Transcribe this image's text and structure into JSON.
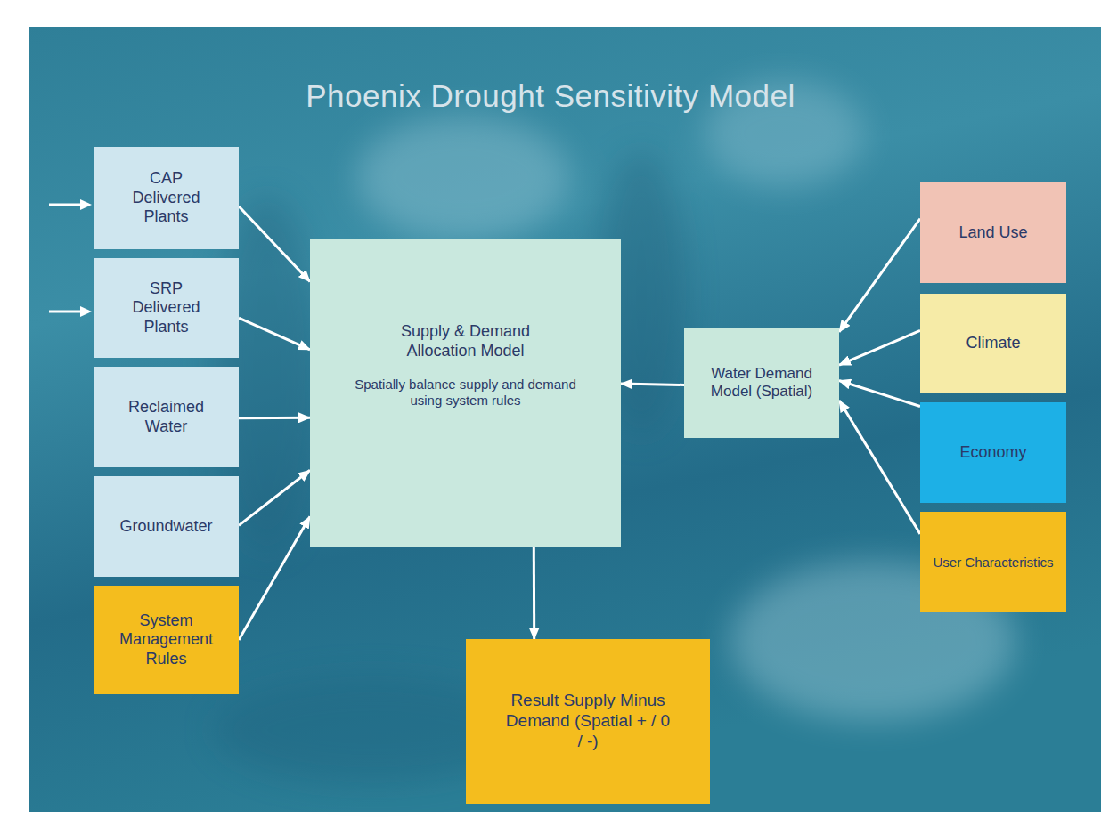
{
  "diagram": {
    "title": "Phoenix Drought Sensitivity Model",
    "nodes": [
      {
        "text": [
          "CAP Delivered Plants"
        ]
      },
      {
        "text": [
          "SRP Delivered Plants"
        ]
      },
      {
        "text": [
          "Reclaimed Water"
        ]
      },
      {
        "text": [
          "Groundwater"
        ]
      },
      {
        "text": [
          "System Management Rules"
        ]
      },
      {
        "text": [
          "Supply & Demand Allocation Model",
          "Spatially balance supply and demand using system rules"
        ]
      },
      {
        "text": [
          "Water Demand Model (Spatial)"
        ]
      },
      {
        "text": [
          "Land Use"
        ]
      },
      {
        "text": [
          "Climate"
        ]
      },
      {
        "text": [
          "Economy"
        ]
      },
      {
        "text": [
          "User Characteristics"
        ]
      },
      {
        "text": [
          "Result Supply Minus Demand (Spatial + / 0 / -)"
        ]
      }
    ],
    "edges": [
      {
        "from": 0,
        "to": 5,
        "arrow": "to"
      },
      {
        "from": 1,
        "to": 5,
        "arrow": "to"
      },
      {
        "from": 2,
        "to": 5,
        "arrow": "to"
      },
      {
        "from": 3,
        "to": 5,
        "arrow": "to"
      },
      {
        "from": 4,
        "to": 5,
        "arrow": "to"
      },
      {
        "from": 7,
        "to": 6,
        "arrow": "to"
      },
      {
        "from": 8,
        "to": 6,
        "arrow": "to"
      },
      {
        "from": 9,
        "to": 6,
        "arrow": "to"
      },
      {
        "from": 10,
        "to": 6,
        "arrow": "to"
      },
      {
        "from": 6,
        "to": 5,
        "arrow": "to"
      },
      {
        "from": 5,
        "to": 11,
        "arrow": "to"
      }
    ]
  }
}
